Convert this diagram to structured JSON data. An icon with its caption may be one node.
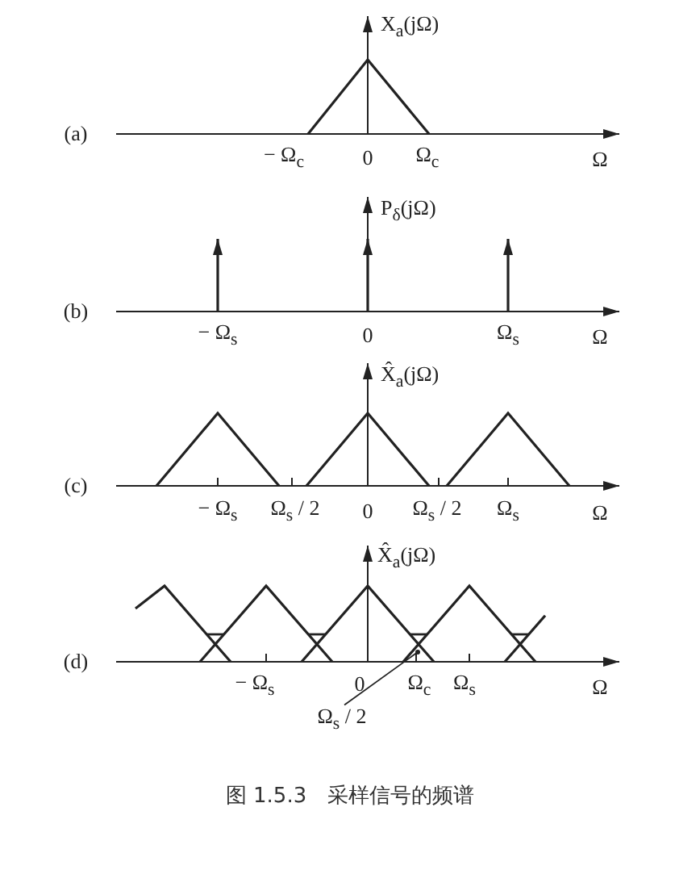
{
  "diagram": {
    "caption": "图 1.5.3　采样信号的频谱",
    "nodes": [
      {
        "text": [
          "Ω$_{s}$ / 2"
        ]
      },
      {
        "text": [],
        "shape": "point"
      }
    ],
    "edges": [
      {
        "from": 0,
        "to": 1,
        "arrow": "none"
      }
    ],
    "labels": [
      "X$_{a}$(jΩ)",
      "(a)",
      "− Ω$_{c}$",
      "0",
      "Ω$_{c}$",
      "Ω",
      "P$_{δ}$(jΩ)",
      "(b)",
      "− Ω$_{s}$",
      "0",
      "Ω$_{s}$",
      "Ω",
      "X̂$_{a}$(jΩ)",
      "(c)",
      "− Ω$_{s}$",
      "Ω$_{s}$ / 2",
      "0",
      "Ω$_{s}$ / 2",
      "Ω$_{s}$",
      "Ω",
      "X̂$_{a}$(jΩ)",
      "(d)",
      "− Ω$_{s}$",
      "0",
      "Ω$_{c}$",
      "Ω$_{s}$",
      "Ω"
    ]
  }
}
